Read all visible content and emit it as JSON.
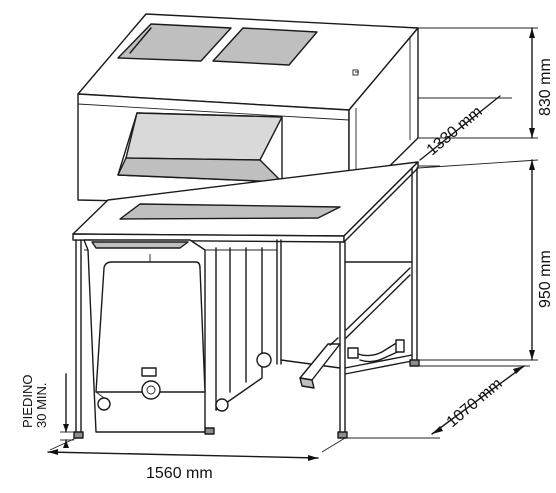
{
  "dimensions": {
    "height_top": "830 mm",
    "depth_top": "1330 mm",
    "height_table": "950 mm",
    "depth_table": "1070 mm",
    "width": "1560 mm",
    "foot_label_line1": "PIEDINO",
    "foot_label_line2": "30 MIN."
  }
}
